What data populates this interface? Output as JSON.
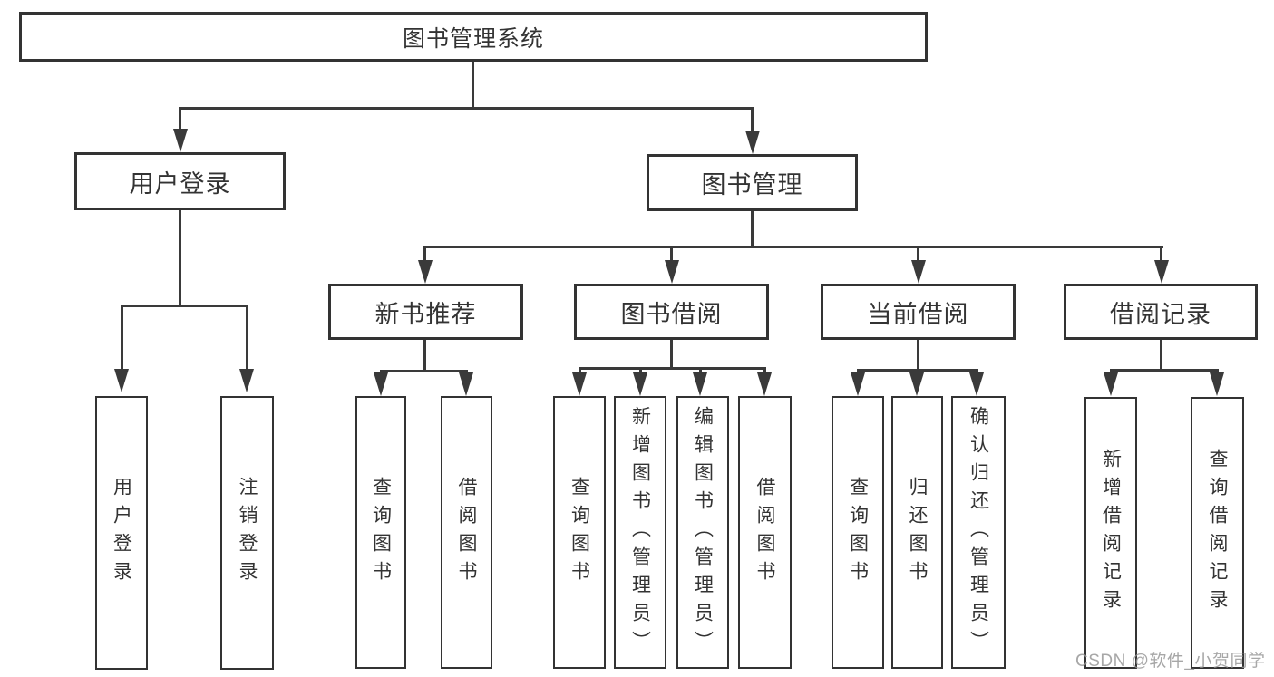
{
  "diagram_title": "图书管理系统",
  "nodes": {
    "root": "图书管理系统",
    "l2": [
      "用户登录",
      "图书管理"
    ],
    "l3": [
      "新书推荐",
      "图书借阅",
      "当前借阅",
      "借阅记录"
    ],
    "leaves": [
      "用户登录",
      "注销登录",
      "查询图书",
      "借阅图书",
      "查询图书",
      "新增图书（管理员）",
      "编辑图书（管理员）",
      "借阅图书",
      "查询图书",
      "归还图书",
      "确认归还（管理员）",
      "新增借阅记录",
      "查询借阅记录"
    ]
  },
  "watermark": "CSDN @软件_小贺同学",
  "colors": {
    "background": "#ffffff",
    "line": "#3a3a3a",
    "border": "#333333",
    "text": "#333333",
    "watermark": "#949494"
  }
}
